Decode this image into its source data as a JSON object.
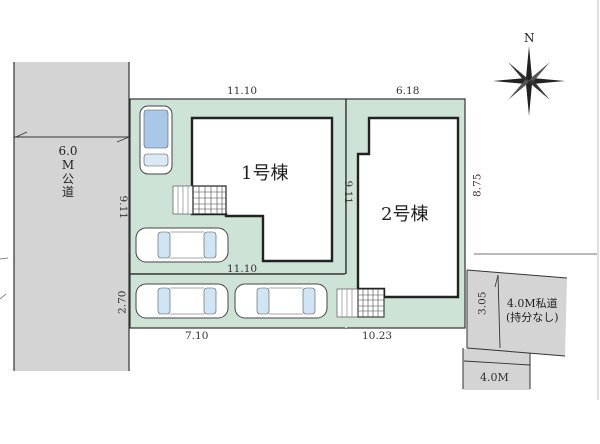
{
  "colors": {
    "lot_fill": "#cfe3d7",
    "road_fill": "#d3d3d3",
    "building_fill": "#ffffff",
    "outline": "#2a2a2a",
    "car_glass": "#a9c8e8"
  },
  "public_road": {
    "width_label": "6.0",
    "unit_label": "M",
    "type_label": "公",
    "type_label2": "道"
  },
  "buildings": [
    {
      "label": "1号棟"
    },
    {
      "label": "2号棟"
    }
  ],
  "dimensions": {
    "lot1_top": "11.10",
    "lot2_top": "6.18",
    "lot1_left": "9.11",
    "lot1_right": "9.11",
    "lot2_right": "8.75",
    "lot1_inner_bottom": "11.10",
    "parking_left": "2.70",
    "parking_bottom": "7.10",
    "lot2_bottom": "10.23",
    "private_road_side": "3.05"
  },
  "private_road": {
    "label_line1": "4.0M私道",
    "label_line2": "(持分なし)",
    "width_label": "4.0M"
  },
  "compass": {
    "north_label": "N"
  }
}
